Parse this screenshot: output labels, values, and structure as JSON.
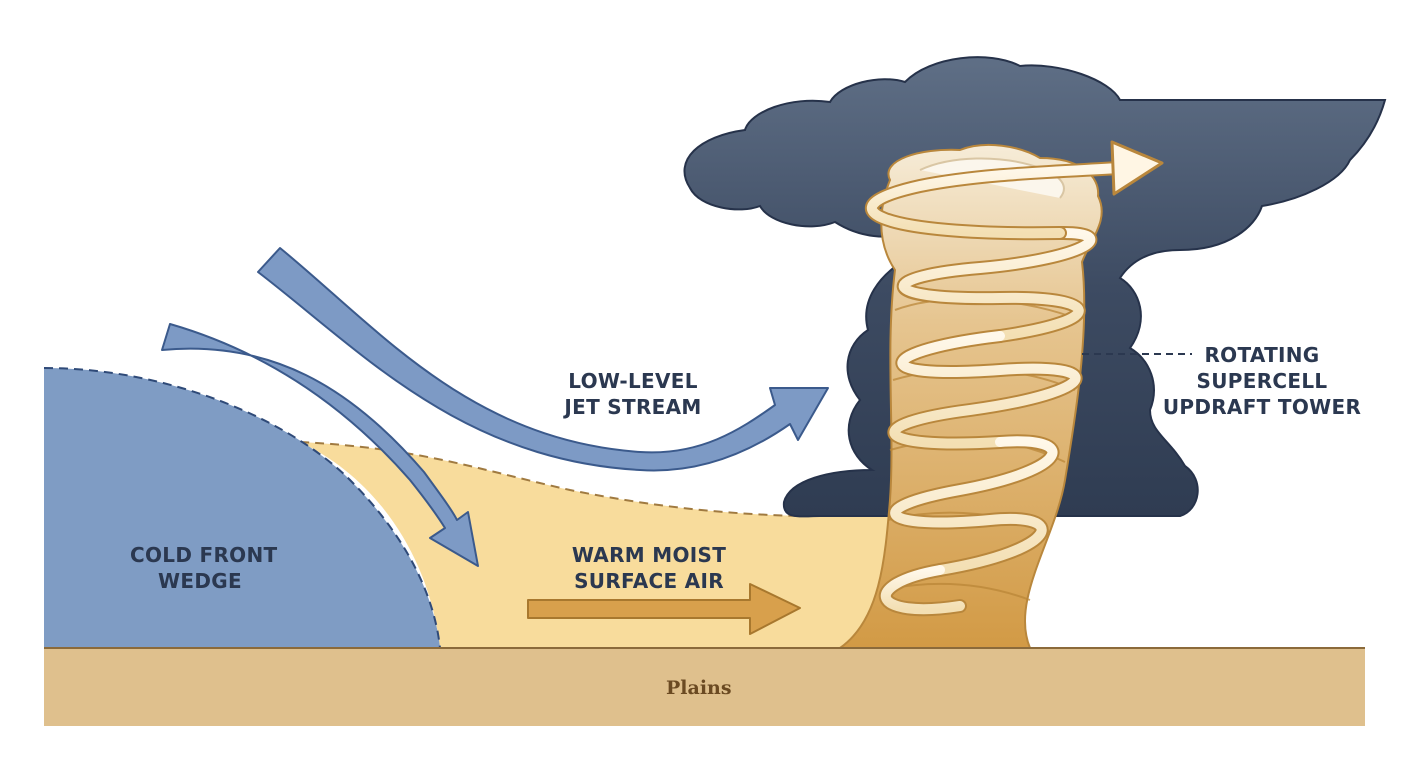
{
  "labels": {
    "cold_front": [
      "COLD FRONT",
      "WEDGE"
    ],
    "jet_stream": [
      "LOW-LEVEL",
      "JET STREAM"
    ],
    "warm_air": [
      "WARM MOIST",
      "SURFACE AIR"
    ],
    "updraft": [
      "ROTATING",
      "SUPERCELL",
      "UPDRAFT TOWER"
    ],
    "ground": "Plains"
  },
  "icons": [
    "cold-front-wedge",
    "jet-stream-arrow",
    "warm-air-arrow",
    "storm-cloud",
    "rotating-updraft-spiral",
    "ground-strip"
  ],
  "colors": {
    "cold_air": "#7f9cc4",
    "jet_arrow": "#7d9ac5",
    "warm_air": "#f8dc9c",
    "warm_arrow": "#d8a04c",
    "cloud": "#3c4a60",
    "updraft": "#d6a654",
    "ground": "#dfc08d",
    "text": "#2b3850"
  }
}
